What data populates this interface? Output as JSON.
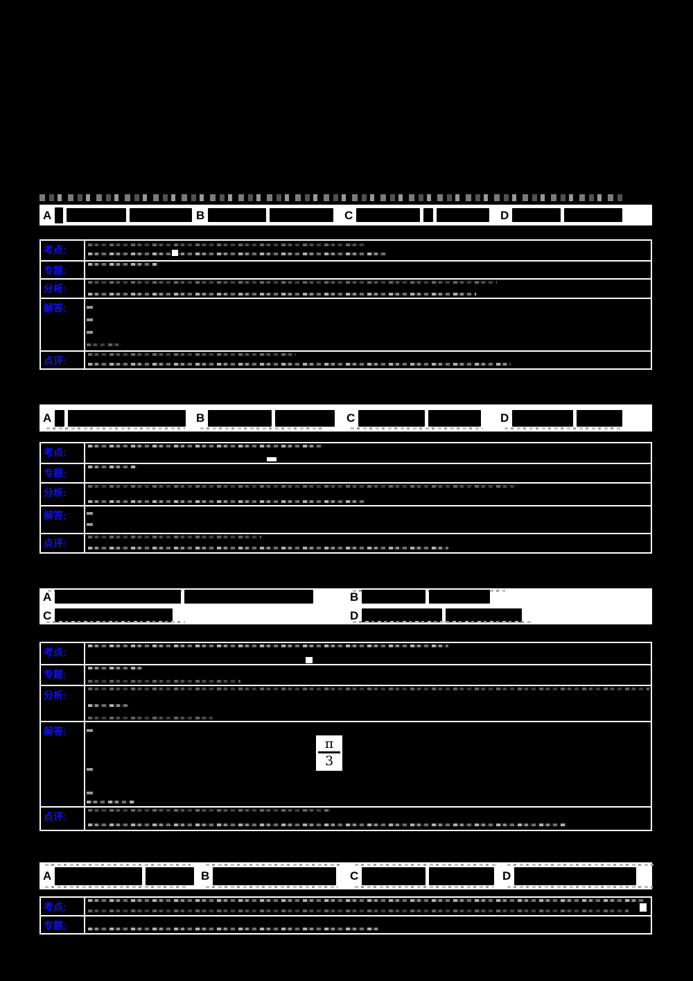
{
  "page": {
    "background_color": "#000000",
    "panel_color": "#ffffff",
    "label_color": "#1111ee",
    "text_state": "illegible-redacted"
  },
  "row_labels": {
    "kaodian": "考点:",
    "zhuanti": "专题:",
    "fenxi": "分析:",
    "jieda": "解答:",
    "dianping": "点评:"
  },
  "option_letters": {
    "a": "A",
    "b": "B",
    "c": "C",
    "d": "D"
  },
  "math": {
    "fraction_numerator": "π",
    "fraction_denominator": "3"
  }
}
